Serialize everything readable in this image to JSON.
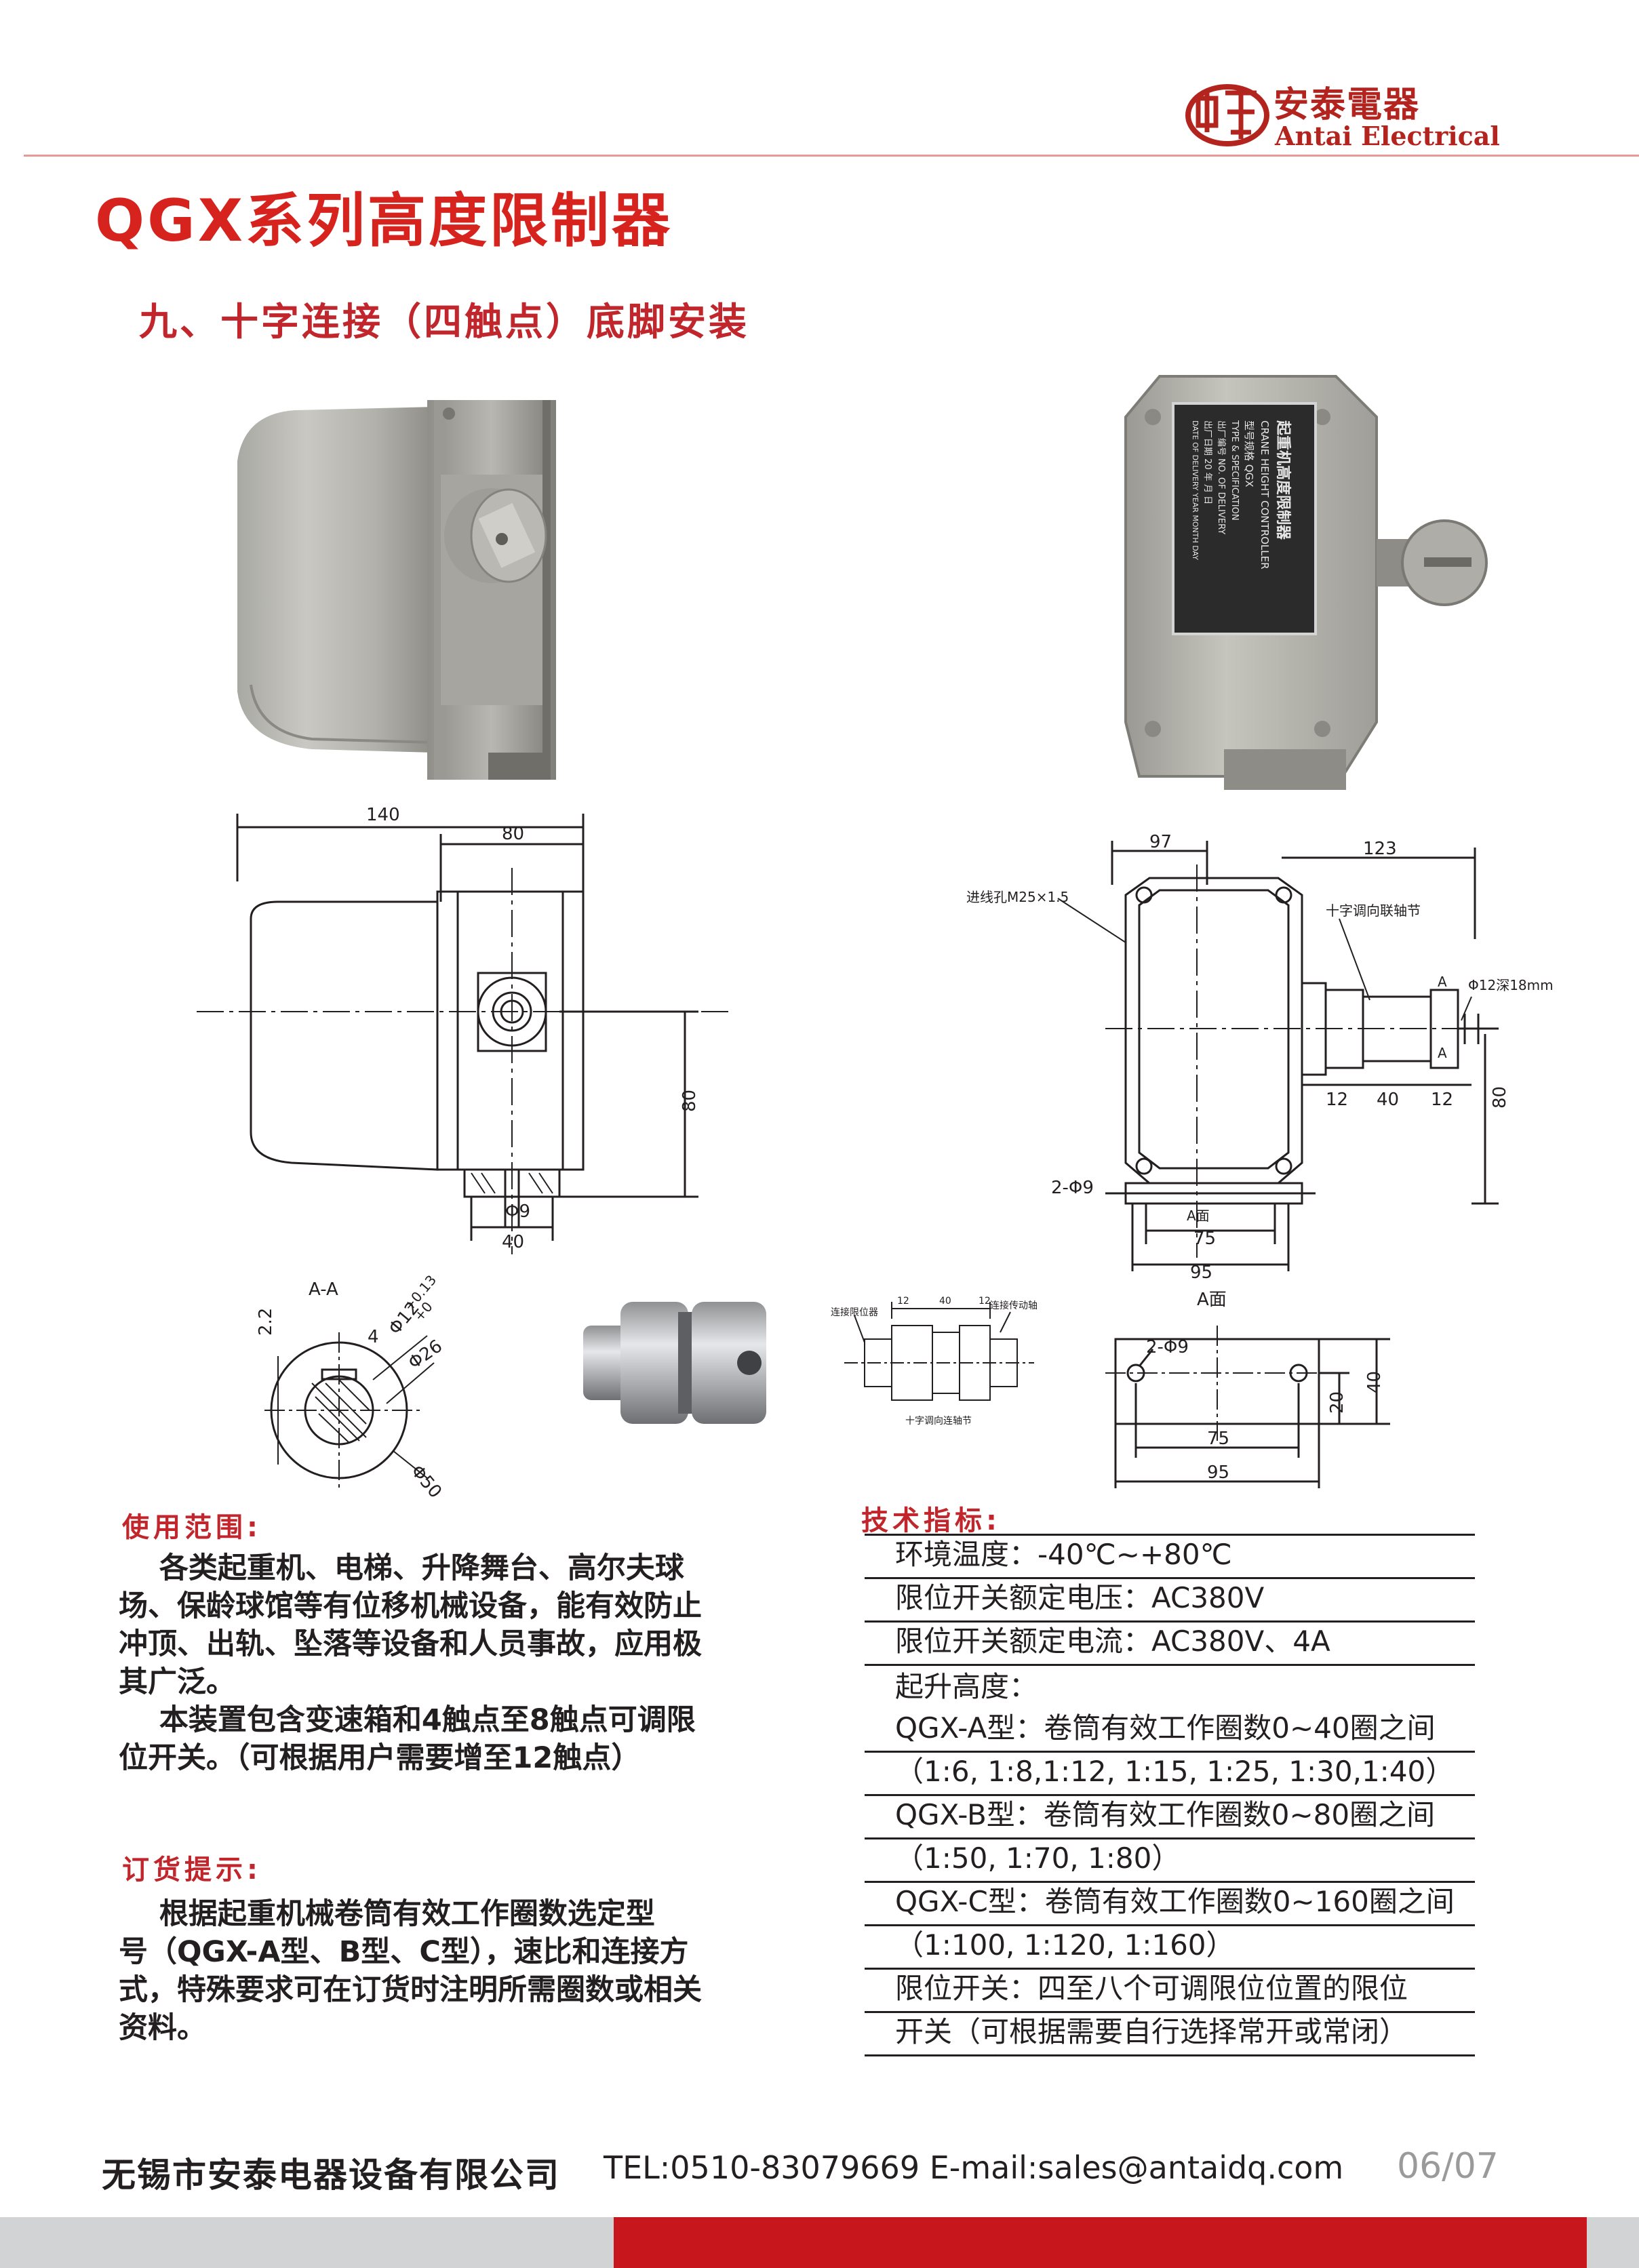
{
  "header": {
    "brand_cn": "安泰電器",
    "brand_en": "Antai Electrical",
    "logo_text": "安泰"
  },
  "title": "QGX系列高度限制器",
  "section_title": "九、十字连接（四触点）底脚安装",
  "drawing_side": {
    "dims": [
      "140",
      "80",
      "80",
      "Φ9",
      "40"
    ]
  },
  "drawing_front": {
    "label_inlet": "进线孔M25×1.5",
    "label_coupling": "十字调向联轴节",
    "label_shaft": "Φ12深18mm",
    "label_holes": "2-Φ9",
    "label_a": "A",
    "label_a_face": "A面",
    "dims": [
      "97",
      "123",
      "12",
      "40",
      "12",
      "80",
      "75",
      "95"
    ]
  },
  "drawing_section": {
    "title": "A-A",
    "dims": [
      "2.2",
      "Φ12",
      "+0.13",
      "+0",
      "4",
      "Φ26",
      "Φ50"
    ]
  },
  "drawing_coupling_small": {
    "label_left": "连接限位器",
    "label_right": "连接传动轴",
    "label_bottom": "十字调向连轴节",
    "dims": [
      "12",
      "40",
      "12"
    ]
  },
  "drawing_a_face": {
    "title": "A面",
    "label_holes": "2-Φ9",
    "dims": [
      "20",
      "40",
      "75",
      "95"
    ]
  },
  "usage": {
    "heading": "使用范围:",
    "lines": [
      "    各类起重机、电梯、升降舞台、高尔夫球",
      "场、保龄球馆等有位移机械设备，能有效防止",
      "冲顶、出轨、坠落等设备和人员事故，应用极",
      "其广泛。",
      "    本装置包含变速箱和4触点至8触点可调限",
      "位开关。（可根据用户需要增至12触点）"
    ]
  },
  "ordering": {
    "heading": "订货提示:",
    "lines": [
      "    根据起重机械卷筒有效工作圈数选定型",
      "号（QGX-A型、B型、C型），速比和连接方",
      "式，特殊要求可在订货时注明所需圈数或相关",
      "资料。"
    ]
  },
  "specs": {
    "heading": "技术指标:",
    "rows": [
      "环境温度：-40℃~+80℃",
      "限位开关额定电压：AC380V",
      "限位开关额定电流：AC380V、4A",
      "起升高度：",
      "QGX-A型：卷筒有效工作圈数0~40圈之间",
      "（1:6, 1:8,1:12, 1:15, 1:25, 1:30,1:40）",
      "QGX-B型：卷筒有效工作圈数0~80圈之间",
      "（1:50, 1:70, 1:80）",
      "QGX-C型：卷筒有效工作圈数0~160圈之间",
      "（1:100, 1:120, 1:160）",
      "限位开关：四至八个可调限位位置的限位",
      "开关（可根据需要自行选择常开或常闭）"
    ]
  },
  "nameplate": {
    "lines": [
      "起重机高度限制器",
      "CRANE HEIGHT CONTROLLER",
      "型号规格 QGX",
      "TYPE & SPECIFICATION",
      "出厂编号 NO. OF DELIVERY",
      "出厂日期 20 年 月 日",
      "DATE OF DELIVERY YEAR MONTH DAY"
    ]
  },
  "footer": {
    "company": "无锡市安泰电器设备有限公司",
    "contact": "TEL:0510-83079669  E-mail:sales@antaidq.com",
    "page": "06/07"
  },
  "colors": {
    "brand_red": "#d7231e",
    "accent_red": "#c0262b",
    "footer_grey": "#d1d3d4",
    "footer_red": "#c8161d"
  }
}
